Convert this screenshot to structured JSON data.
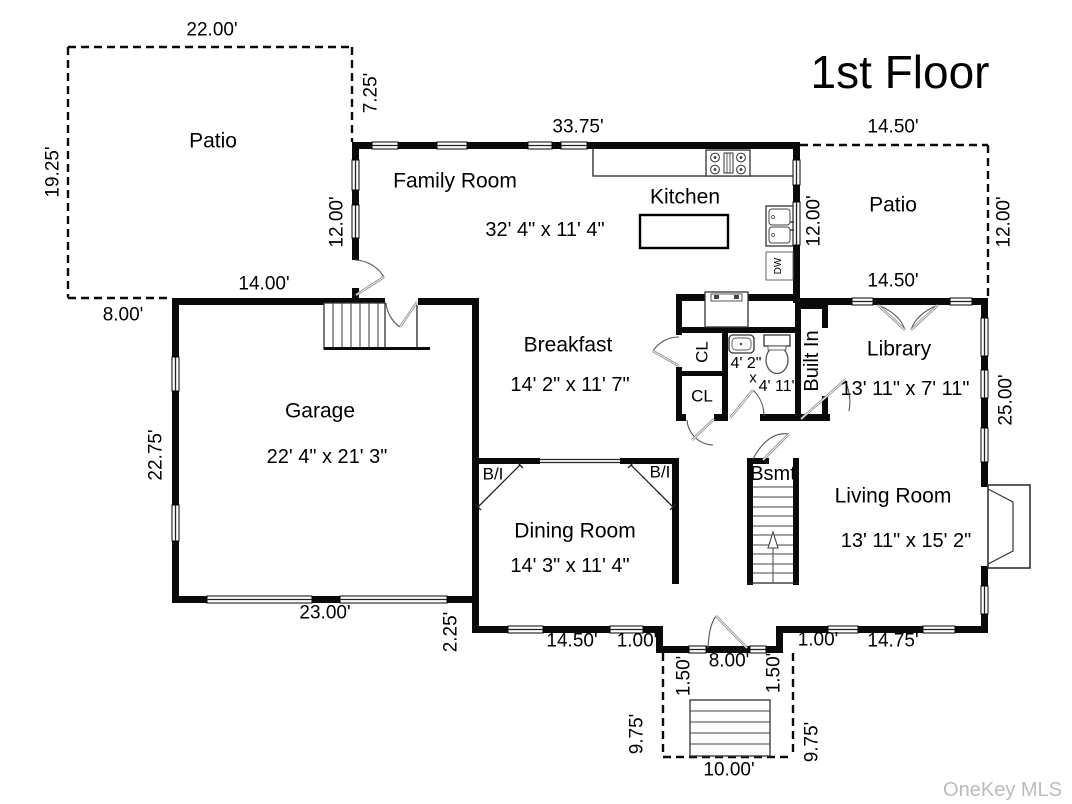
{
  "title": "1st Floor",
  "watermark": "OneKey MLS",
  "rooms": {
    "patio_left": "Patio",
    "family": "Family Room",
    "family_size": "32' 4\" x 11' 4\"",
    "kitchen": "Kitchen",
    "patio_right": "Patio",
    "breakfast": "Breakfast",
    "breakfast_size": "14' 2\" x 11' 7\"",
    "garage": "Garage",
    "garage_size": "22' 4\" x 21' 3\"",
    "library": "Library",
    "library_size": "13' 11\" x 7' 11\"",
    "living": "Living Room",
    "living_size": "13' 11\" x 15' 2\"",
    "dining": "Dining Room",
    "dining_size": "14' 3\" x 11' 4\""
  },
  "fixtures": {
    "cl_top": "CL",
    "cl_bottom": "CL",
    "bath_width": "4' 2\"",
    "bath_x": "x",
    "bath_height": "4' 11\"",
    "built_in": "Built In",
    "bsmt": "Bsmt",
    "bi_left": "B/I",
    "bi_right": "B/I",
    "dishwasher": "DW"
  },
  "dims": {
    "patio_left_top": "22.00'",
    "patio_left_side": "19.25'",
    "patio_left_right": "7.25'",
    "patio_left_bottom": "8.00'",
    "garage_top": "14.00'",
    "family_top": "33.75'",
    "family_left": "12.00'",
    "kitchen_right": "12.00'",
    "patio_right_top": "14.50'",
    "patio_right_side": "12.00'",
    "patio_right_bottom": "14.50'",
    "garage_left": "22.75'",
    "garage_bottom": "23.00'",
    "right_side": "25.00'",
    "step_jog": "2.25'",
    "dining_bottom": "14.50'",
    "dining_jog": "1.00'",
    "entry_width": "8.00'",
    "living_jog": "1.00'",
    "living_bottom": "14.75'",
    "entry_depth_left": "1.50'",
    "entry_depth_right": "1.50'",
    "porch_left": "9.75'",
    "porch_right": "9.75'",
    "porch_bottom": "10.00'"
  }
}
